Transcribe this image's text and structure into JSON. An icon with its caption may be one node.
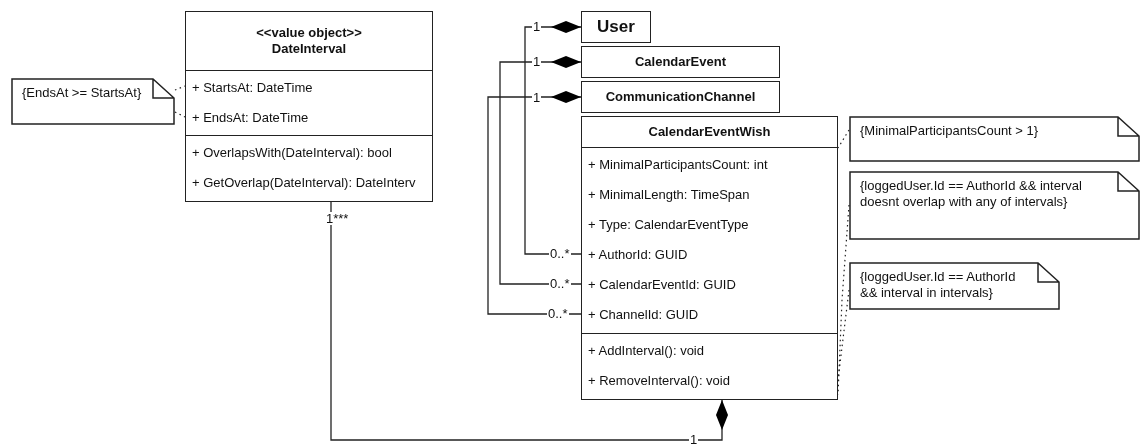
{
  "diagram": {
    "nodes": [
      {
        "text": [
          "<<value object>>",
          "DateInterval",
          "+ StartsAt: DateTime",
          "+ EndsAt: DateTime",
          "+ OverlapsWith(DateInterval): bool",
          "+ GetOverlap(DateInterval): DateInterv"
        ]
      },
      {
        "text": [
          "{EndsAt >= StartsAt}"
        ]
      },
      {
        "text": [
          "User"
        ]
      },
      {
        "text": [
          "CalendarEvent"
        ]
      },
      {
        "text": [
          "CommunicationChannel"
        ]
      },
      {
        "text": [
          "CalendarEventWish",
          "+ MinimalParticipantsCount: int",
          "+ MinimalLength: TimeSpan",
          "+ Type: CalendarEventType",
          "+ AuthorId: GUID",
          "+ CalendarEventId: GUID",
          "+ ChannelId: GUID",
          "+ AddInterval(): void",
          "+ RemoveInterval(): void"
        ]
      },
      {
        "text": [
          "{MinimalParticipantsCount > 1}"
        ]
      },
      {
        "text": [
          "{loggedUser.Id == AuthorId && interval doesnt overlap with any of intervals}"
        ]
      },
      {
        "text": [
          "{loggedUser.Id == AuthorId && interval in intervals}"
        ]
      }
    ],
    "edges": [
      {
        "from": 1,
        "to": 0,
        "arrow": "none",
        "style": "dashed"
      },
      {
        "from": 1,
        "to": 0,
        "arrow": "none",
        "style": "dashed"
      },
      {
        "from": 5,
        "to": 2,
        "arrow": "other"
      },
      {
        "from": 5,
        "to": 3,
        "arrow": "other"
      },
      {
        "from": 5,
        "to": 4,
        "arrow": "other"
      },
      {
        "from": 0,
        "to": 5,
        "arrow": "other"
      },
      {
        "from": 6,
        "to": 5,
        "arrow": "none",
        "style": "dashed"
      },
      {
        "from": 7,
        "to": 5,
        "arrow": "none",
        "style": "dashed"
      },
      {
        "from": 8,
        "to": 5,
        "arrow": "none",
        "style": "dashed"
      }
    ],
    "labels": [
      "1",
      "1",
      "1",
      "0..*",
      "0..*",
      "0..*",
      "1***",
      "1"
    ]
  }
}
